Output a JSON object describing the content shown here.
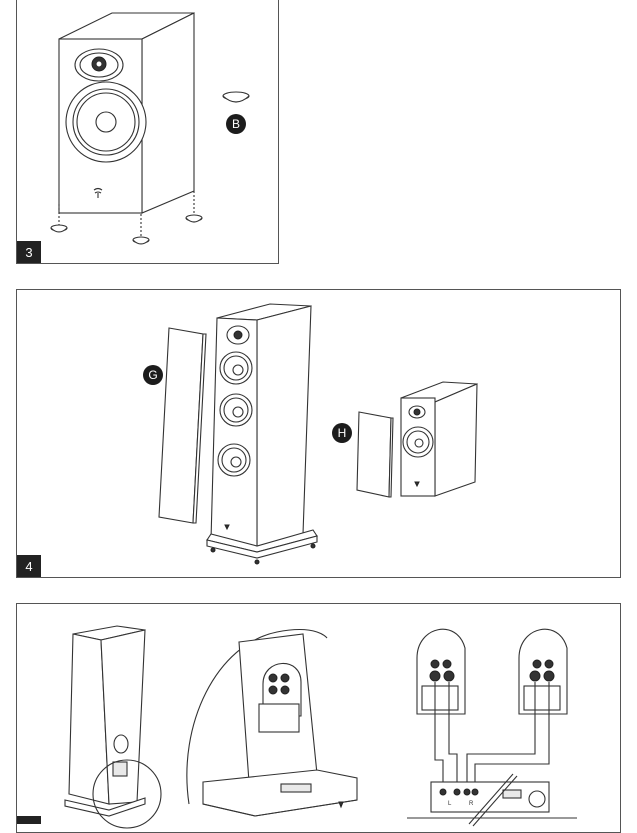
{
  "panels": {
    "step3": {
      "number": "3",
      "callout_b": "B"
    },
    "step4": {
      "number": "4",
      "callout_g": "G",
      "callout_h": "H"
    },
    "step5": {
      "terminal_left": "L",
      "terminal_right": "R"
    }
  }
}
